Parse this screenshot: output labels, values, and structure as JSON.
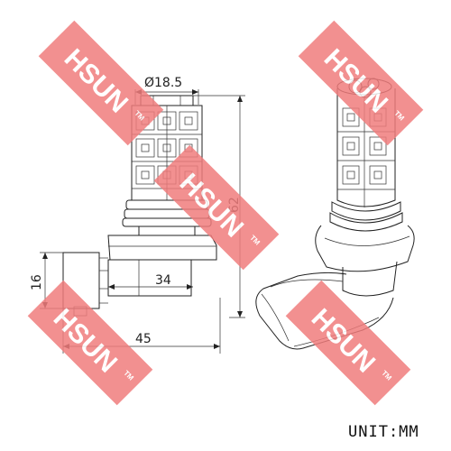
{
  "diagram": {
    "dimensions": {
      "diameter": "Ø18.5",
      "height": "62",
      "connector_height": "16",
      "base_width": "34",
      "total_width": "45"
    },
    "unit_label": "UNIT:MM"
  },
  "watermark": {
    "text": "HSUN",
    "tm": "TM",
    "color": "#f07c7c"
  }
}
